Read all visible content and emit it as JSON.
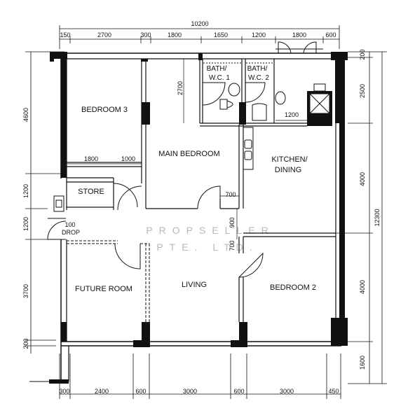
{
  "rooms": {
    "bedroom3": "BEDROOM 3",
    "main_bedroom": "MAIN BEDROOM",
    "bath1_line1": "BATH/",
    "bath1_line2": "W.C. 1",
    "bath2_line1": "BATH/",
    "bath2_line2": "W.C. 2",
    "kitchen_line1": "KITCHEN/",
    "kitchen_line2": "DINING",
    "store": "STORE",
    "drop": "DROP",
    "future_room": "FUTURE ROOM",
    "living": "LIVING",
    "bedroom2": "BEDROOM 2"
  },
  "dimensions": {
    "top_total": "10200",
    "top": [
      "150",
      "2700",
      "300",
      "1800",
      "1650",
      "1200",
      "1800",
      "600"
    ],
    "bottom": [
      "300",
      "2400",
      "600",
      "3000",
      "600",
      "3000",
      "450"
    ],
    "left": [
      "4600",
      "1200",
      "1200",
      "3700",
      "200"
    ],
    "right": [
      "200",
      "2500",
      "4000",
      "4000",
      "1600"
    ],
    "right_total": "12300",
    "inner": {
      "b3_left": "1800",
      "b3_right": "1000",
      "bath_height": "2700",
      "kitchen_1200": "1200",
      "living_700": "700",
      "living_900": "900",
      "living_700b": "700",
      "drop_100": "100"
    }
  },
  "watermark": {
    "line1": "PROPSELLER",
    "line2": "PTE. LTD."
  }
}
